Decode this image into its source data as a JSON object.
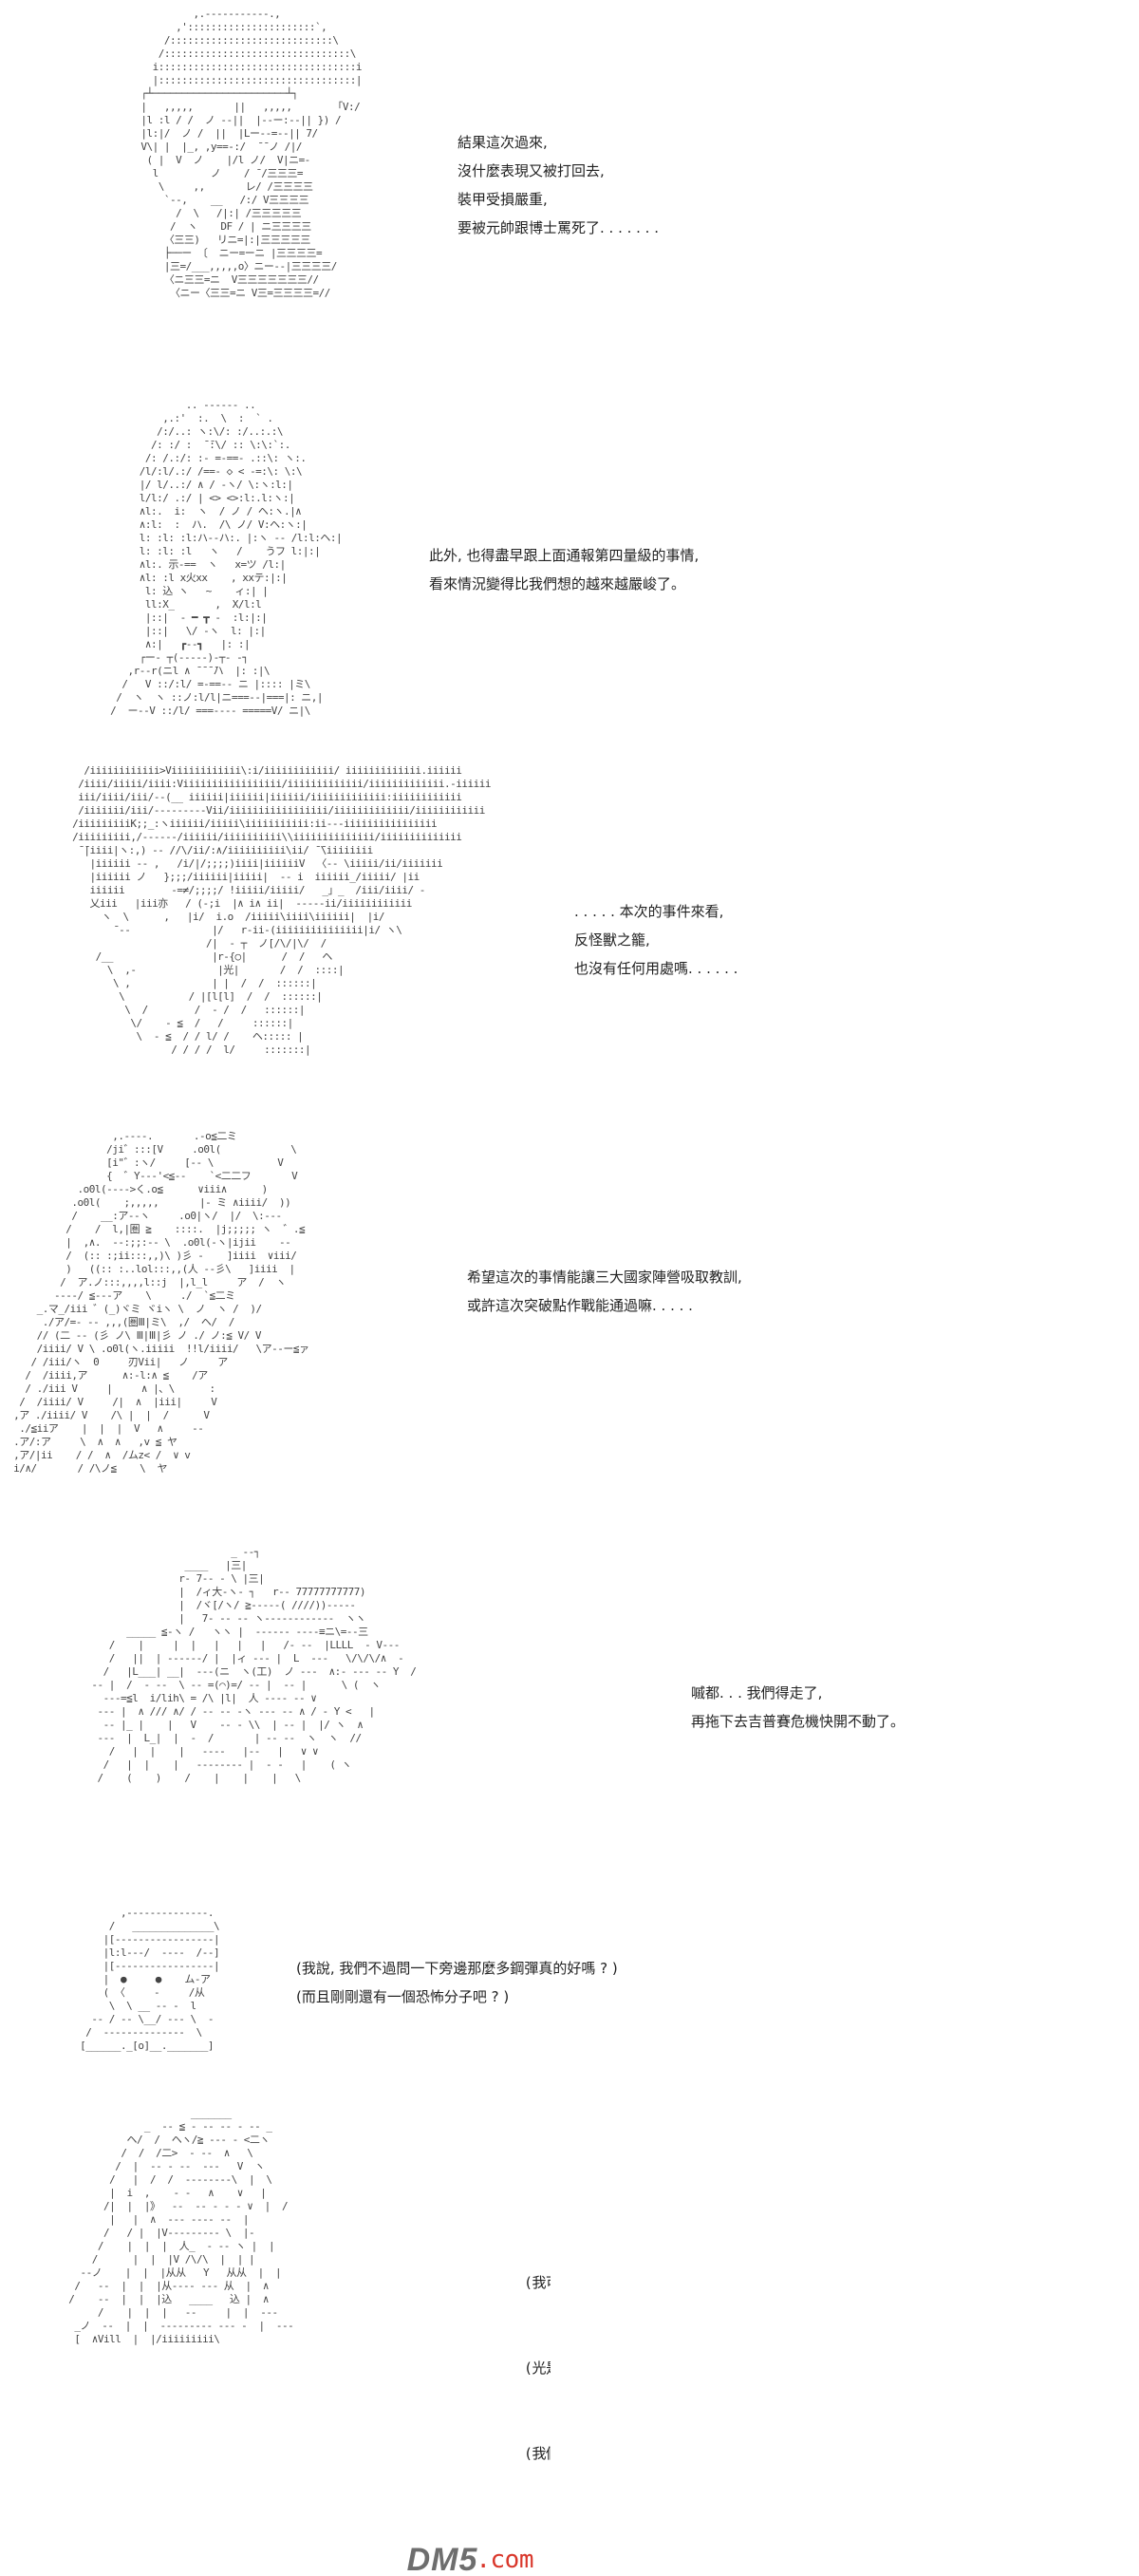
{
  "panels": [
    {
      "lines": [
        "結果這次過來,",
        "沒什麼表現又被打回去,",
        "裝甲受損嚴重,",
        "要被元帥跟博士罵死了. . . . . . ."
      ]
    },
    {
      "lines": [
        "此外, 也得盡早跟上面通報第四量級的事情,",
        "看來情況變得比我們想的越來越嚴峻了。"
      ]
    },
    {
      "lines": [
        ". . . . . 本次的事件來看,",
        "反怪獸之籠,",
        "也沒有任何用處嗎. . . . . ."
      ]
    },
    {
      "lines": [
        "希望這次的事情能讓三大國家陣營吸取教訓,",
        "或許這次突破點作戰能通過嘛. . . . ."
      ]
    },
    {
      "lines": [
        "嘁都. . . 我們得走了,",
        "再拖下去吉普賽危機快開不動了。"
      ]
    },
    {
      "lines": [
        "(我說, 我們不過問一下旁邊那麼多鋼彈真的好嗎 ? )",
        "(而且剛剛還有一個恐怖分子吧 ? )"
      ]
    },
    {
      "lines": [
        "(我可不想被捲進麻煩事裡。)",
        "(光是處理怪獸的事情就好了。)",
        "(我們也沒心力去管那些會牽扯到太多政治的事情。)"
      ]
    }
  ],
  "watermark": {
    "text": "DM5",
    "suffix": ".com"
  },
  "colors": {
    "text": "#222222",
    "art": "#444444",
    "watermark": "#6e6e6e",
    "watermark_accent": "#d9372b"
  }
}
